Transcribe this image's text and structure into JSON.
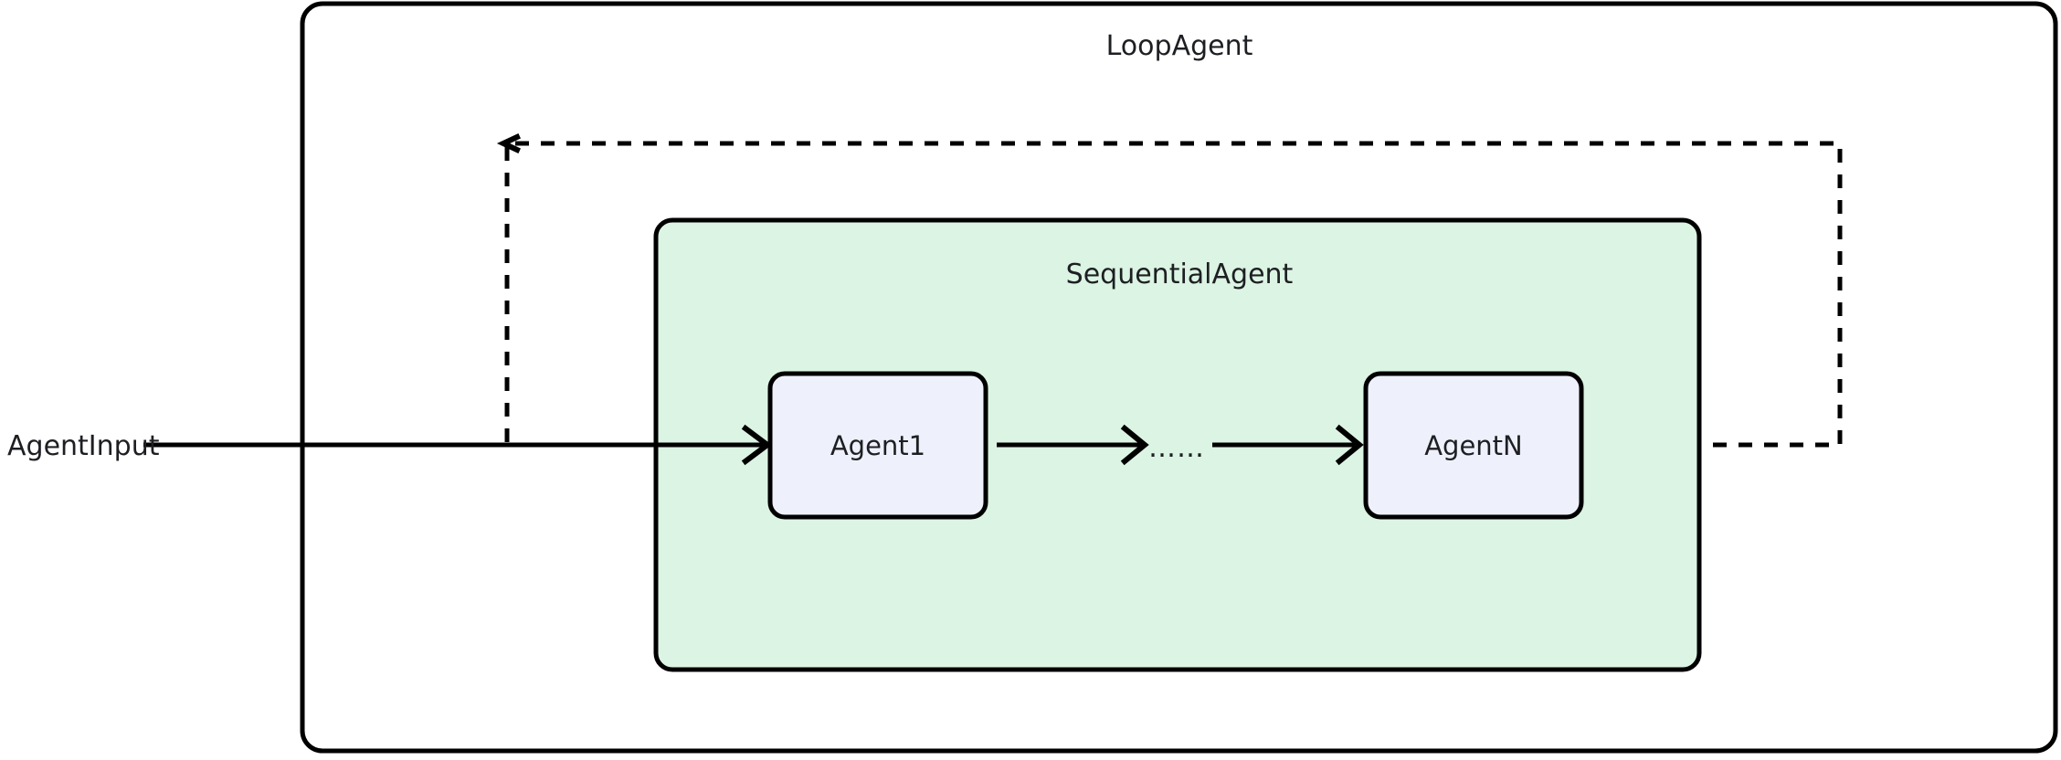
{
  "diagram": {
    "type": "flow-diagram",
    "background": "#ffffff",
    "stroke_color": "#000000",
    "text_color": "#1d1f23",
    "outer_container": {
      "label": "LoopAgent",
      "fill": "#ffffff",
      "border_style": "solid"
    },
    "inner_container": {
      "label": "SequentialAgent",
      "fill": "#dcf4e3",
      "border_style": "solid"
    },
    "nodes": [
      {
        "id": "agent1",
        "label": "Agent1",
        "fill": "#eef1fb"
      },
      {
        "id": "agentN",
        "label": "AgentN",
        "fill": "#eef1fb"
      }
    ],
    "ellipsis": "……",
    "input": {
      "label": "AgentInput"
    },
    "edges": [
      {
        "from": "AgentInput",
        "to": "Agent1",
        "style": "solid",
        "arrow": true
      },
      {
        "from": "Agent1",
        "to": "……",
        "style": "solid",
        "arrow": true
      },
      {
        "from": "……",
        "to": "AgentN",
        "style": "solid",
        "arrow": true
      },
      {
        "from": "AgentN",
        "to": "Agent1",
        "style": "dashed",
        "arrow": true,
        "note": "loop-back"
      }
    ]
  }
}
